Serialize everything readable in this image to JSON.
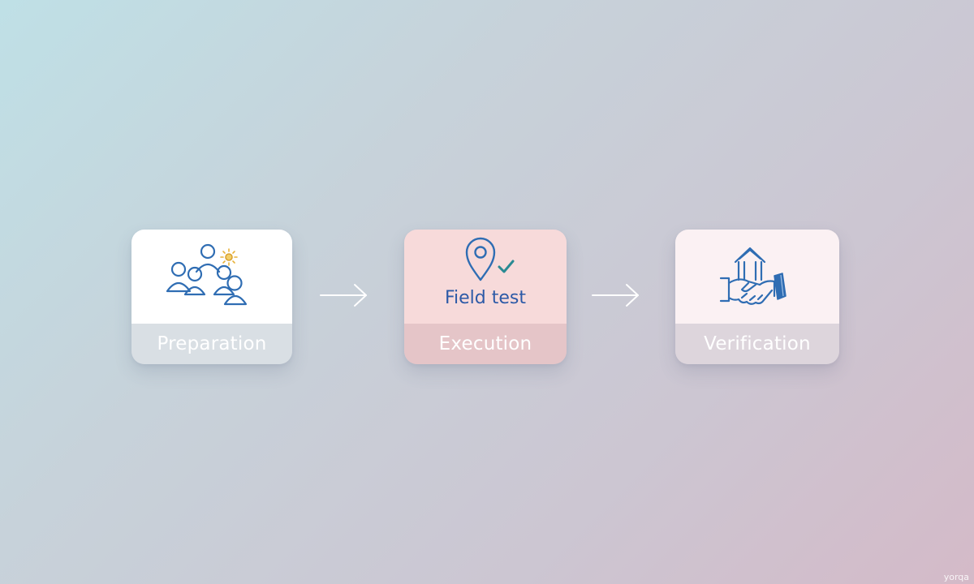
{
  "stages": [
    {
      "label": "Preparation",
      "icon": "people-group-icon"
    },
    {
      "label": "Execution",
      "caption": "Field test",
      "icon": "location-pin-check-icon"
    },
    {
      "label": "Verification",
      "icon": "handshake-building-icon"
    }
  ],
  "colors": {
    "icon_stroke": "#2f6db3",
    "accent_spark": "#e7b23a",
    "check_teal": "#2a8a93",
    "arrow": "#ffffff"
  },
  "watermark": "yorqa"
}
